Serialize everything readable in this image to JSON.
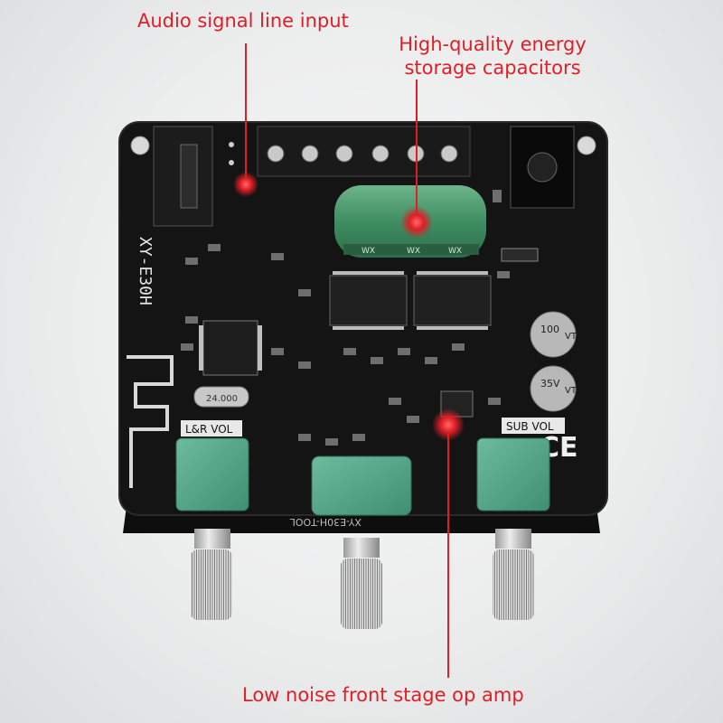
{
  "callouts": {
    "audio_input": "Audio signal line input",
    "capacitors": "High-quality energy storage capacitors",
    "op_amp": "Low noise front stage op amp"
  },
  "board": {
    "model": "XY-E30H",
    "lr_vol": "L&R VOL",
    "sub_vol": "SUB VOL",
    "crystal": "24.000",
    "ce_mark": "CE",
    "cap_rating_top": "100",
    "cap_rating_bottom": "35V",
    "cap_suffix": "VT",
    "cap_brand": "WX"
  },
  "colors": {
    "callout_red": "#e01e26",
    "pcb_black": "#141414",
    "pot_green": "#5aa88c",
    "capacitor_green": "#4a9a6e"
  }
}
